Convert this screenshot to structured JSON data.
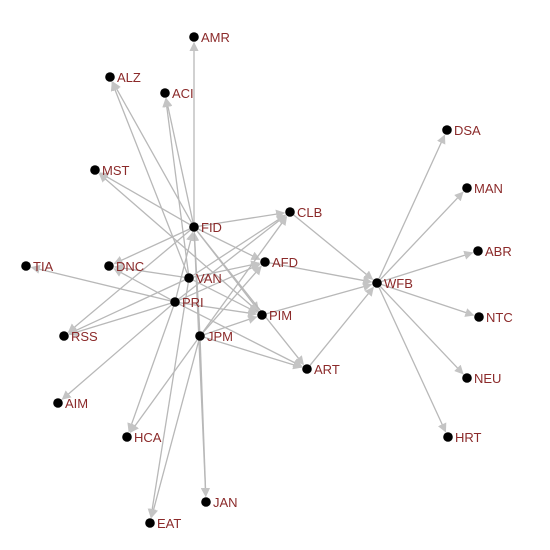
{
  "colors": {
    "edge": "#b8b8b8",
    "node": "#000000",
    "label": "#8b2a2a"
  },
  "graph": {
    "nodes": [
      {
        "id": "AMR",
        "label": "AMR"
      },
      {
        "id": "ALZ",
        "label": "ALZ"
      },
      {
        "id": "ACI",
        "label": "ACI"
      },
      {
        "id": "MST",
        "label": "MST"
      },
      {
        "id": "FID",
        "label": "FID"
      },
      {
        "id": "CLB",
        "label": "CLB"
      },
      {
        "id": "TIA",
        "label": "TIA"
      },
      {
        "id": "DNC",
        "label": "DNC"
      },
      {
        "id": "VAN",
        "label": "VAN"
      },
      {
        "id": "AFD",
        "label": "AFD"
      },
      {
        "id": "PRI",
        "label": "PRI"
      },
      {
        "id": "PIM",
        "label": "PIM"
      },
      {
        "id": "RSS",
        "label": "RSS"
      },
      {
        "id": "JPM",
        "label": "JPM"
      },
      {
        "id": "ART",
        "label": "ART"
      },
      {
        "id": "AIM",
        "label": "AIM"
      },
      {
        "id": "HCA",
        "label": "HCA"
      },
      {
        "id": "JAN",
        "label": "JAN"
      },
      {
        "id": "EAT",
        "label": "EAT"
      },
      {
        "id": "WFB",
        "label": "WFB"
      },
      {
        "id": "DSA",
        "label": "DSA"
      },
      {
        "id": "MAN",
        "label": "MAN"
      },
      {
        "id": "ABR",
        "label": "ABR"
      },
      {
        "id": "NTC",
        "label": "NTC"
      },
      {
        "id": "NEU",
        "label": "NEU"
      },
      {
        "id": "HRT",
        "label": "HRT"
      }
    ],
    "edges": [
      {
        "from": "FID",
        "to": "AMR"
      },
      {
        "from": "FID",
        "to": "ALZ"
      },
      {
        "from": "VAN",
        "to": "ALZ"
      },
      {
        "from": "FID",
        "to": "ACI"
      },
      {
        "from": "VAN",
        "to": "ACI"
      },
      {
        "from": "FID",
        "to": "MST"
      },
      {
        "from": "PIM",
        "to": "MST"
      },
      {
        "from": "FID",
        "to": "CLB"
      },
      {
        "from": "FID",
        "to": "AFD"
      },
      {
        "from": "FID",
        "to": "DNC"
      },
      {
        "from": "FID",
        "to": "PIM"
      },
      {
        "from": "FID",
        "to": "ART"
      },
      {
        "from": "FID",
        "to": "RSS"
      },
      {
        "from": "PRI",
        "to": "FID"
      },
      {
        "from": "JPM",
        "to": "FID"
      },
      {
        "from": "VAN",
        "to": "CLB"
      },
      {
        "from": "PRI",
        "to": "CLB"
      },
      {
        "from": "JPM",
        "to": "CLB"
      },
      {
        "from": "VAN",
        "to": "AFD"
      },
      {
        "from": "JPM",
        "to": "AFD"
      },
      {
        "from": "PRI",
        "to": "AFD"
      },
      {
        "from": "VAN",
        "to": "DNC"
      },
      {
        "from": "PRI",
        "to": "DNC"
      },
      {
        "from": "VAN",
        "to": "PIM"
      },
      {
        "from": "PRI",
        "to": "PIM"
      },
      {
        "from": "JPM",
        "to": "PIM"
      },
      {
        "from": "PRI",
        "to": "ART"
      },
      {
        "from": "JPM",
        "to": "ART"
      },
      {
        "from": "PRI",
        "to": "TIA"
      },
      {
        "from": "VAN",
        "to": "RSS"
      },
      {
        "from": "PRI",
        "to": "RSS"
      },
      {
        "from": "PRI",
        "to": "AIM"
      },
      {
        "from": "PRI",
        "to": "HCA"
      },
      {
        "from": "JPM",
        "to": "HCA"
      },
      {
        "from": "JPM",
        "to": "JAN"
      },
      {
        "from": "JPM",
        "to": "EAT"
      },
      {
        "from": "FID",
        "to": "JAN"
      },
      {
        "from": "VAN",
        "to": "EAT"
      },
      {
        "from": "CLB",
        "to": "WFB"
      },
      {
        "from": "AFD",
        "to": "WFB"
      },
      {
        "from": "PIM",
        "to": "WFB"
      },
      {
        "from": "ART",
        "to": "WFB"
      },
      {
        "from": "WFB",
        "to": "DSA"
      },
      {
        "from": "WFB",
        "to": "MAN"
      },
      {
        "from": "WFB",
        "to": "ABR"
      },
      {
        "from": "WFB",
        "to": "NTC"
      },
      {
        "from": "WFB",
        "to": "NEU"
      },
      {
        "from": "WFB",
        "to": "HRT"
      }
    ]
  }
}
